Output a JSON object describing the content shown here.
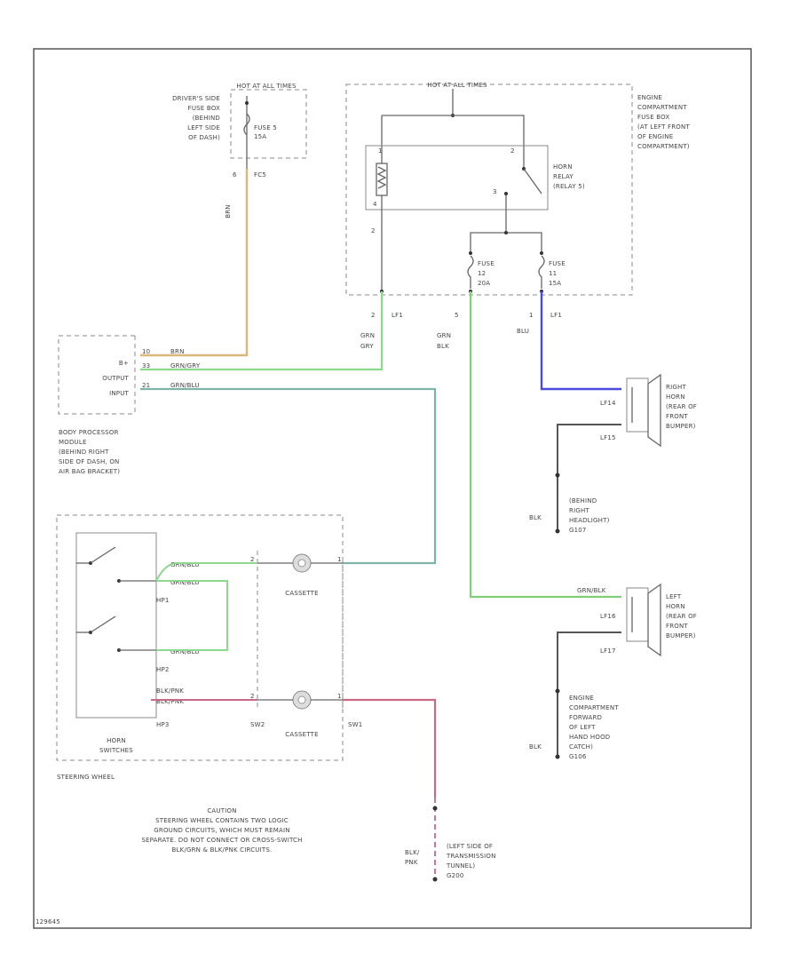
{
  "colors": {
    "frame": "#555555",
    "dashed": "#888888",
    "wire_brn": "#d9b77a",
    "wire_grn_gry": "#8fd68f",
    "wire_grn_blu": "#7fb3a8",
    "wire_blu": "#4a4ae0",
    "wire_blk": "#555555",
    "wire_blk_pnk": "#c76a86",
    "wire_green": "#80d07a"
  },
  "fuse_box_driver": {
    "title": "HOT AT ALL TIMES",
    "location": [
      "DRIVER'S SIDE",
      "FUSE BOX",
      "(BEHIND",
      "LEFT SIDE",
      "OF DASH)"
    ],
    "fuse": [
      "FUSE 5",
      "15A"
    ],
    "pin": "6",
    "conn": "FC5",
    "wire": "BRN"
  },
  "fuse_box_engine": {
    "title": "HOT AT ALL TIMES",
    "location": [
      "ENGINE",
      "COMPARTMENT",
      "FUSE BOX",
      "(AT LEFT FRONT",
      "OF ENGINE",
      "COMPARTMENT)"
    ],
    "relay": [
      "HORN",
      "RELAY",
      "(RELAY 5)"
    ],
    "relay_pins": [
      "1",
      "2",
      "3",
      "4"
    ],
    "pin_left": "2",
    "fuse_a": [
      "FUSE",
      "12",
      "20A"
    ],
    "fuse_b": [
      "FUSE",
      "11",
      "15A"
    ]
  },
  "engine_pins": [
    {
      "pin": "2",
      "conn": "LF1",
      "wire": [
        "GRN",
        "GRY"
      ]
    },
    {
      "pin": "5",
      "conn": "",
      "wire": [
        "GRN",
        "BLK"
      ]
    },
    {
      "pin": "1",
      "conn": "LF1",
      "wire": [
        "BLU"
      ]
    }
  ],
  "bpm": {
    "pins": [
      "B+",
      "OUTPUT",
      "INPUT"
    ],
    "pin_nums": [
      "10",
      "33",
      "21"
    ],
    "wires": [
      "BRN",
      "GRN/GRY",
      "GRN/BLU"
    ],
    "desc": [
      "BODY PROCESSOR",
      "MODULE",
      "(BEHIND RIGHT",
      "SIDE OF DASH, ON",
      "AIR BAG BRACKET)"
    ]
  },
  "right_horn": {
    "label": [
      "RIGHT",
      "HORN",
      "(REAR OF",
      "FRONT",
      "BUMPER)"
    ],
    "conn_top": "LF14",
    "conn_bot": "LF15",
    "gnd_wire": "BLK",
    "gnd_desc": [
      "(BEHIND",
      "RIGHT",
      "HEADLIGHT)",
      "G107"
    ]
  },
  "left_horn": {
    "label": [
      "LEFT",
      "HORN",
      "(REAR OF",
      "FRONT",
      "BUMPER)"
    ],
    "conn_top": "LF16",
    "conn_bot": "LF17",
    "wire": "GRN/BLK",
    "gnd_wire": "BLK",
    "gnd_desc": [
      "ENGINE",
      "COMPARTMENT",
      "FORWARD",
      "OF LEFT",
      "HAND HOOD",
      "CATCH)",
      "G106"
    ]
  },
  "steering": {
    "switch_conns": [
      "HP1",
      "HP2",
      "HP3"
    ],
    "wires": [
      "GRN/BLU",
      "GRN/BLU",
      "GRN/BLU",
      "BLK/PNK",
      "BLK/PNK"
    ],
    "cassette": "CASSETTE",
    "conns": [
      "SW2",
      "SW1"
    ],
    "pins": [
      "2",
      "1",
      "2",
      "1"
    ],
    "horn_switches": [
      "HORN",
      "SWITCHES"
    ],
    "title": "STEERING WHEEL"
  },
  "ground_center": {
    "wire": [
      "BLK/",
      "PNK"
    ],
    "desc": [
      "(LEFT SIDE OF",
      "TRANSMISSION",
      "TUNNEL)",
      "G200"
    ]
  },
  "caution": {
    "title": "CAUTION",
    "lines": [
      "STEERING WHEEL CONTAINS TWO LOGIC",
      "GROUND CIRCUITS, WHICH MUST REMAIN",
      "SEPARATE. DO NOT CONNECT OR CROSS-SWITCH",
      "BLK/GRN & BLK/PNK CIRCUITS."
    ]
  },
  "footer_id": "129645"
}
